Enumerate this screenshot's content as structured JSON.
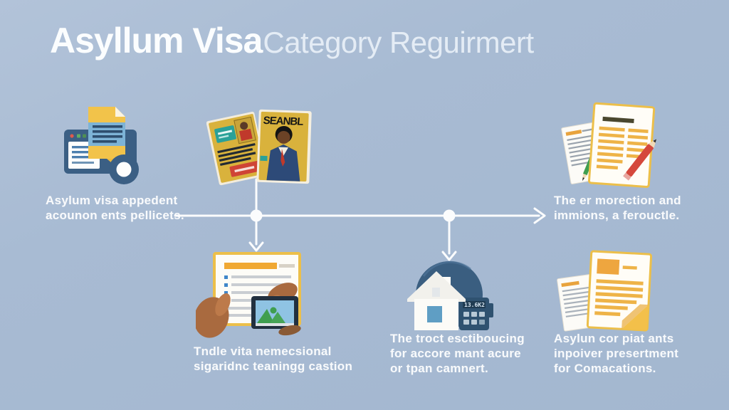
{
  "title": {
    "main": "Asyllum Visa",
    "sub": "Category Reguirmert"
  },
  "nodes": {
    "top_left": {
      "icon": "browser-document-magnifier",
      "label_lines": [
        "Asylum visa appedent",
        "acounon ents pellicets."
      ]
    },
    "top_center": {
      "icon": "open-passport-with-applicant-portrait",
      "passport_text": "SEANBL"
    },
    "top_right": {
      "icon": "documents-with-red-pencil",
      "label_lines": [
        "The er morection and",
        "immions, a ferouctle."
      ]
    },
    "bottom_left": {
      "icon": "hands-holding-form-and-tablet",
      "label_lines": [
        "Tndle vita nemecsional",
        "sigaridnc teaningg castion"
      ]
    },
    "bottom_center": {
      "icon": "house-dome-calculator",
      "calculator_display": "13.6K2",
      "label_lines": [
        "The troct esctiboucing",
        "for accore mant acure",
        "or tpan camnert."
      ]
    },
    "bottom_right": {
      "icon": "stacked-documents-folded-corner",
      "label_lines": [
        "Asylun cor piat ants",
        "inpoiver presertment",
        "for Comacations."
      ]
    }
  },
  "flow": {
    "shape": "horizontal timeline with two node dots, right arrow, and two downward branch arrows"
  },
  "colors": {
    "background": "#a7bad3",
    "line_white": "#fbfcfd",
    "dark_blue": "#3a5e80",
    "doc_blue": "#7db3d6",
    "yellow": "#f2c34a",
    "orange": "#eba73f",
    "red": "#d5483c",
    "teal": "#2aa198",
    "green": "#3f9e4f",
    "skin_brown": "#b06b42",
    "suit_navy": "#2d4a78"
  }
}
